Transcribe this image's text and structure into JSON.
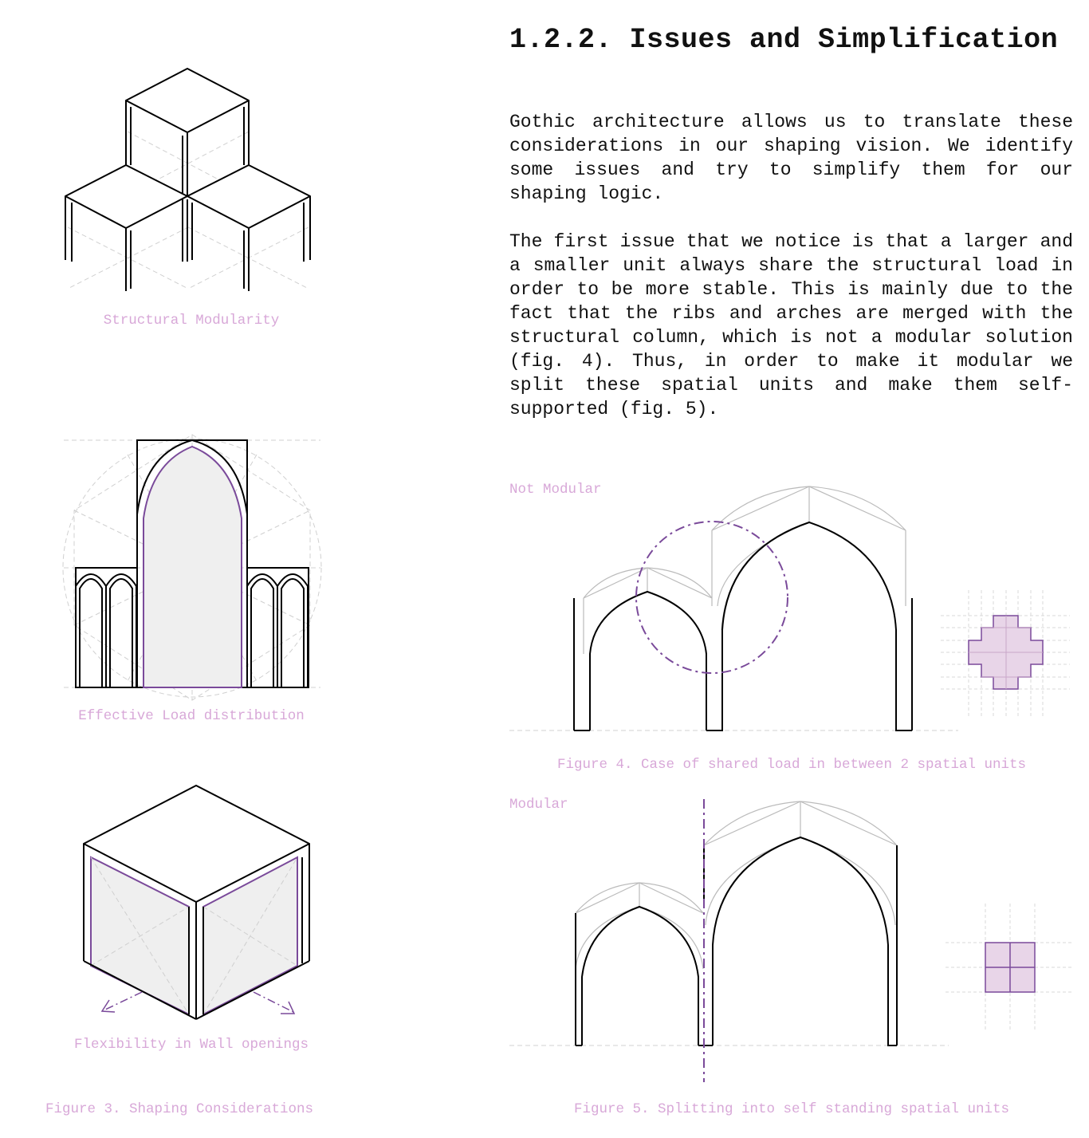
{
  "heading": "1.2.2. Issues and Simplification",
  "paragraphs": [
    "Gothic architecture allows us to translate these considerations in our shaping vision. We identify some issues and try to simplify them for our shaping logic.",
    "The first issue that we notice is that a larger and a smaller unit always share the structural load in order to be more stable. This is mainly due to the fact that the ribs and arches are merged with the structural column, which is not a modular solution (fig. 4). Thus, in order to make it modular we split these spatial units and make them self-supported (fig. 5)."
  ],
  "left_column": {
    "captions": {
      "structural": "Structural Modularity",
      "load": "Effective Load distribution",
      "flexibility": "Flexibility in Wall openings"
    },
    "figure_caption": "Figure 3. Shaping Considerations"
  },
  "figure4": {
    "label": "Not Modular",
    "caption": "Figure 4. Case of shared load in between 2 spatial units"
  },
  "figure5": {
    "label": "Modular",
    "caption": "Figure 5. Splitting into self standing spatial units"
  },
  "colors": {
    "accent": "#7a4a9a",
    "caption": "#d8a8d8",
    "fill_light": "#efefef",
    "fill_purple": "#e8d5e8"
  }
}
